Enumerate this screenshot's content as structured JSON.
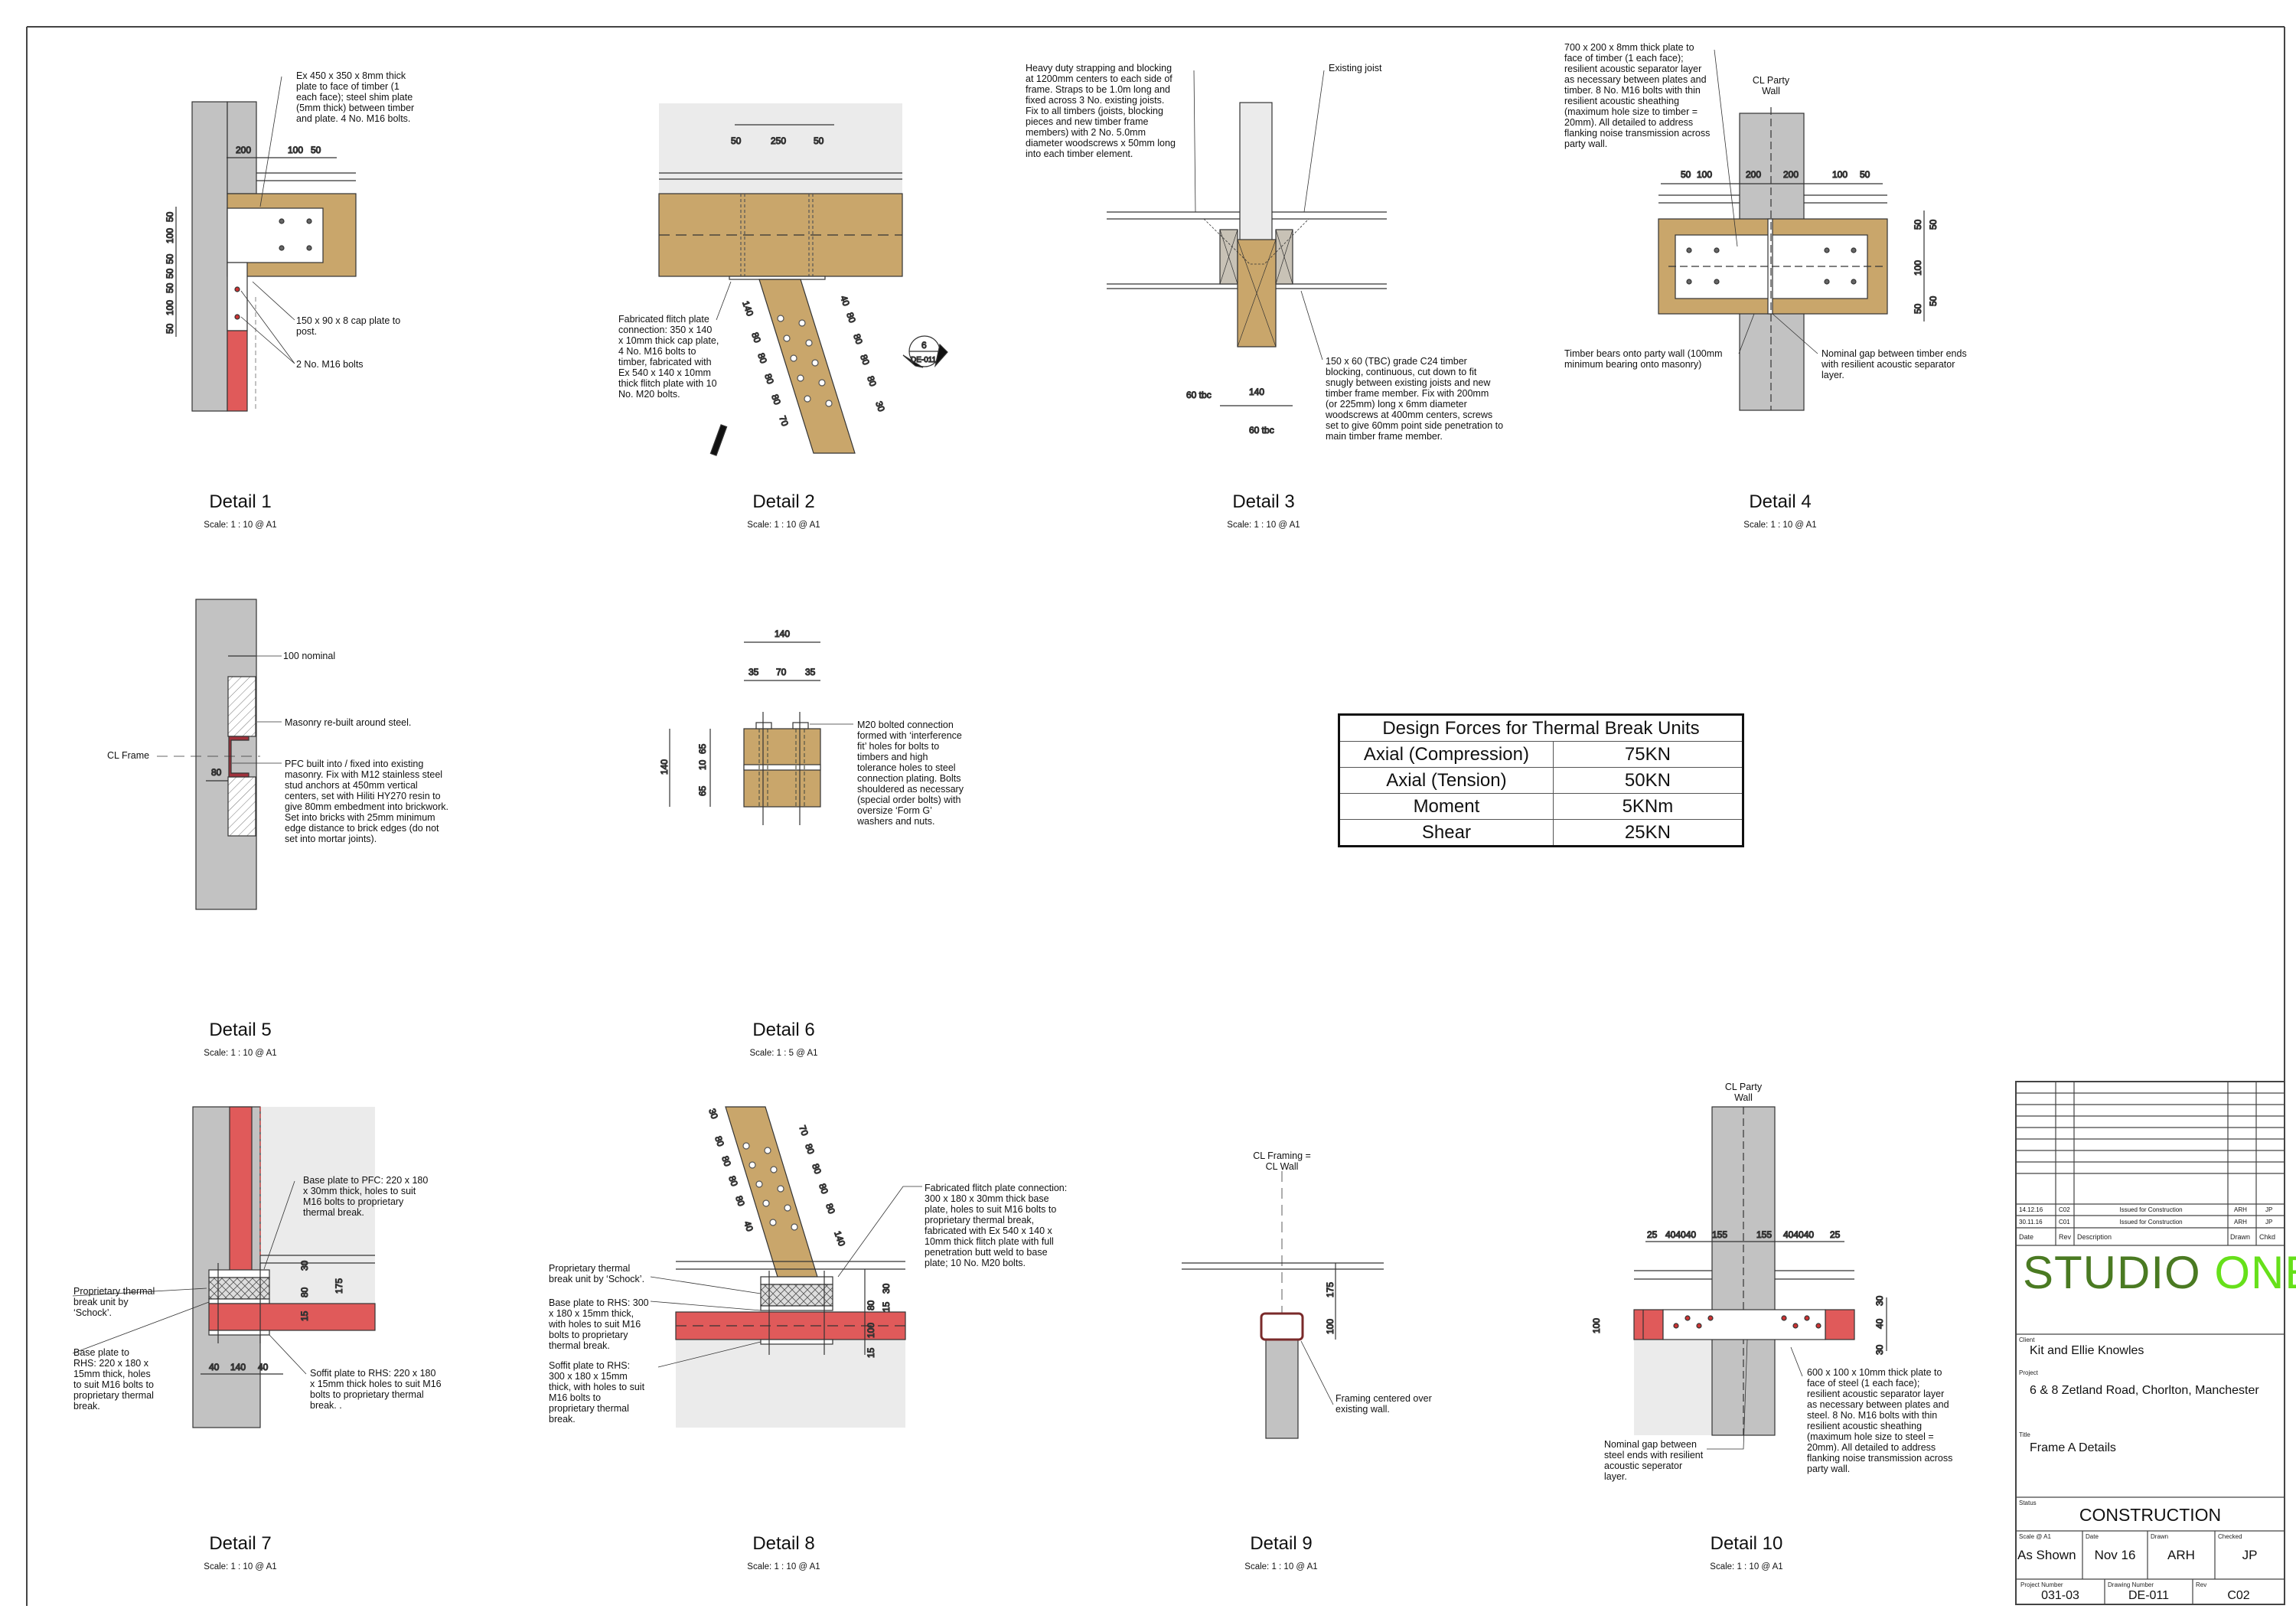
{
  "colors": {
    "timber": "#c9a66b",
    "wall": "#c2c2c2",
    "light": "#ebebeb",
    "steel": "#e05a5a",
    "logo_dark": "#4a7a22",
    "logo_bright": "#66e01a"
  },
  "details": [
    {
      "title": "Detail 1",
      "scale": "Scale:   1 : 10 @ A1",
      "notes": [
        "Ex 450 x 350 x 8mm thick\nplate to face of timber (1\neach face); steel shim plate\n(5mm thick) between timber\nand plate. 4 No. M16 bolts.",
        "150 x 90 x 8 cap plate to\npost.",
        "2 No. M16 bolts"
      ],
      "dims": [
        "200",
        "100",
        "50",
        "50",
        "100",
        "50",
        "50",
        "50",
        "100",
        "50"
      ]
    },
    {
      "title": "Detail 2",
      "scale": "Scale:   1 : 10 @ A1",
      "notes": [
        "Fabricated flitch plate\nconnection: 350 x 140\nx 10mm thick cap plate,\n4 No. M16 bolts to\ntimber, fabricated with\nEx 540 x 140 x 10mm\nthick flitch plate with 10\nNo. M20 bolts."
      ],
      "dims": [
        "50",
        "250",
        "50",
        "140",
        "80",
        "80",
        "80",
        "80",
        "70",
        "40",
        "80",
        "80",
        "80",
        "80",
        "30"
      ],
      "section_marker": {
        "number": "6",
        "sheet": "DE-011"
      }
    },
    {
      "title": "Detail 3",
      "scale": "Scale:   1 : 10 @ A1",
      "notes": [
        "Heavy duty strapping and blocking\nat 1200mm centers to each side of\nframe. Straps to be 1.0m long and\nfixed across 3 No. existing joists.\nFix to all timbers (joists, blocking\npieces and new timber frame\nmembers) with 2 No. 5.0mm\ndiameter woodscrews x 50mm long\ninto each timber element.",
        "Existing joist",
        "150 x 60 (TBC) grade C24 timber\nblocking, continuous, cut down to fit\nsnugly between existing joists and new\ntimber frame member. Fix with 200mm\n(or 225mm) long x 6mm diameter\nwoodscrews at 400mm centers, screws\nset to give 60mm point side penetration to\nmain timber frame member."
      ],
      "dims": [
        "60 tbc",
        "140",
        "60 tbc"
      ]
    },
    {
      "title": "Detail 4",
      "scale": "Scale:   1 : 10 @ A1",
      "notes": [
        "700 x 200 x 8mm thick plate to\nface of timber (1 each face);\nresilient acoustic separator layer\nas necessary between plates and\ntimber. 8 No. M16 bolts with thin\nresilient acoustic sheathing\n(maximum hole size to timber =\n20mm). All detailed to address\nflanking noise transmission across\nparty wall.",
        "Timber bears onto party wall (100mm\nminimum bearing onto masonry)",
        "Nominal gap between timber ends\nwith resilient acoustic separator\nlayer.",
        "CL Party\nWall"
      ],
      "dims": [
        "50",
        "100",
        "200",
        "200",
        "100",
        "50",
        "50",
        "50",
        "100",
        "50",
        "50"
      ]
    },
    {
      "title": "Detail 5",
      "scale": "Scale:   1 : 10 @ A1",
      "notes": [
        "100 nominal",
        "Masonry re-built around steel.",
        "PFC built into / fixed into existing\nmasonry. Fix with M12 stainless steel\nstud anchors at 450mm vertical\ncenters, set with Hiliti HY270 resin to\ngive 80mm embedment into brickwork.\nSet into bricks with 25mm minimum\nedge distance to brick edges (do not\nset into mortar joints).",
        "CL Frame"
      ],
      "dims": [
        "80"
      ]
    },
    {
      "title": "Detail 6",
      "scale": "Scale:   1 : 5 @ A1",
      "notes": [
        "M20 bolted connection\nformed with ‘interference\nfit’ holes for bolts to\ntimbers and high\ntolerance holes to steel\nconnection plating. Bolts\nshouldered as necessary\n(special order bolts) with\noversize ‘Form G’\nwashers and nuts."
      ],
      "dims": [
        "140",
        "35",
        "70",
        "35",
        "140",
        "65",
        "10",
        "65"
      ]
    },
    {
      "title": "Detail 7",
      "scale": "Scale:   1 : 10 @ A1",
      "notes": [
        "Base plate to PFC: 220 x 180\nx 30mm thick, holes to suit\nM16 bolts to proprietary\nthermal break.",
        "Proprietary thermal\nbreak unit by\n‘Schock’.",
        "Base plate to\nRHS: 220 x 180 x\n15mm thick, holes\nto suit M16 bolts to\nproprietary thermal\nbreak.",
        "Soffit plate to RHS: 220 x 180\nx 15mm thick holes to suit M16\nbolts to proprietary thermal\nbreak. ."
      ],
      "dims": [
        "30",
        "80",
        "15",
        "175",
        "40",
        "140",
        "40"
      ]
    },
    {
      "title": "Detail 8",
      "scale": "Scale:   1 : 10 @ A1",
      "notes": [
        "Fabricated flitch plate connection:\n300 x 180 x 30mm thick base\nplate, holes to suit M16 bolts to\nproprietary thermal break,\nfabricated with Ex 540 x 140 x\n10mm thick flitch plate with full\npenetration butt weld to base\nplate; 10 No. M20 bolts.",
        "Proprietary thermal\nbreak unit by ‘Schock’.",
        "Base plate to RHS: 300\nx 180 x 15mm thick,\nwith holes to suit M16\nbolts to proprietary\nthermal break.",
        "Soffit plate to RHS:\n300 x 180 x 15mm\nthick, with holes to suit\nM16 bolts to\nproprietary thermal\nbreak."
      ],
      "dims": [
        "30",
        "80",
        "80",
        "80",
        "80",
        "40",
        "70",
        "80",
        "80",
        "80",
        "80",
        "140",
        "30",
        "80",
        "15",
        "100",
        "15"
      ]
    },
    {
      "title": "Detail 9",
      "scale": "Scale:   1 : 10 @ A1",
      "notes": [
        "CL Framing =\nCL Wall",
        "Framing centered over\nexisting wall."
      ],
      "dims": [
        "175",
        "100"
      ]
    },
    {
      "title": "Detail 10",
      "scale": "Scale:   1 : 10 @ A1",
      "notes": [
        "CL Party\nWall",
        "600 x 100 x 10mm thick plate to\nface of steel (1 each face);\nresilient acoustic separator layer\nas necessary between plates and\nsteel. 8 No. M16 bolts with thin\nresilient acoustic sheathing\n(maximum hole size to steel =\n20mm). All detailed to address\nflanking noise transmission across\nparty wall.",
        "Nominal gap between\nsteel ends with resilient\nacoustic seperator\nlayer."
      ],
      "dims": [
        "25",
        "404040",
        "155",
        "155",
        "404040",
        "25",
        "100",
        "30",
        "40",
        "30"
      ]
    }
  ],
  "forces_table": {
    "title": "Design Forces for Thermal Break Units",
    "rows": [
      {
        "label": "Axial (Compression)",
        "value": "75KN"
      },
      {
        "label": "Axial (Tension)",
        "value": "50KN"
      },
      {
        "label": "Moment",
        "value": "5KNm"
      },
      {
        "label": "Shear",
        "value": "25KN"
      }
    ]
  },
  "title_block": {
    "revisions": [
      {
        "date": "14.12.16",
        "rev": "C02",
        "description": "Issued for Construction",
        "drawn": "ARH",
        "checked": "JP"
      },
      {
        "date": "30.11.16",
        "rev": "C01",
        "description": "Issued for Construction",
        "drawn": "ARH",
        "checked": "JP"
      }
    ],
    "rev_headers": {
      "date": "Date",
      "rev": "Rev",
      "description": "Description",
      "drawn": "Drawn",
      "checked": "Chkd"
    },
    "logo": {
      "part1": "STUDIO",
      "part2": "ONE"
    },
    "client_label": "Client",
    "client": "Kit and Ellie Knowles",
    "project_label": "Project",
    "project": "6 & 8 Zetland Road, Chorlton, Manchester",
    "title_label": "Title",
    "title": "Frame A Details",
    "status_label": "Status",
    "status": "CONSTRUCTION",
    "scale_label": "Scale @ A1",
    "scale": "As Shown",
    "date_label": "Date",
    "date": "Nov 16",
    "drawn_label": "Drawn",
    "drawn": "ARH",
    "checked_label": "Checked",
    "checked": "JP",
    "project_number_label": "Project Number",
    "project_number": "031-03",
    "drawing_number_label": "Drawing Number",
    "drawing_number": "DE-011",
    "rev_label": "Rev",
    "rev": "C02"
  }
}
